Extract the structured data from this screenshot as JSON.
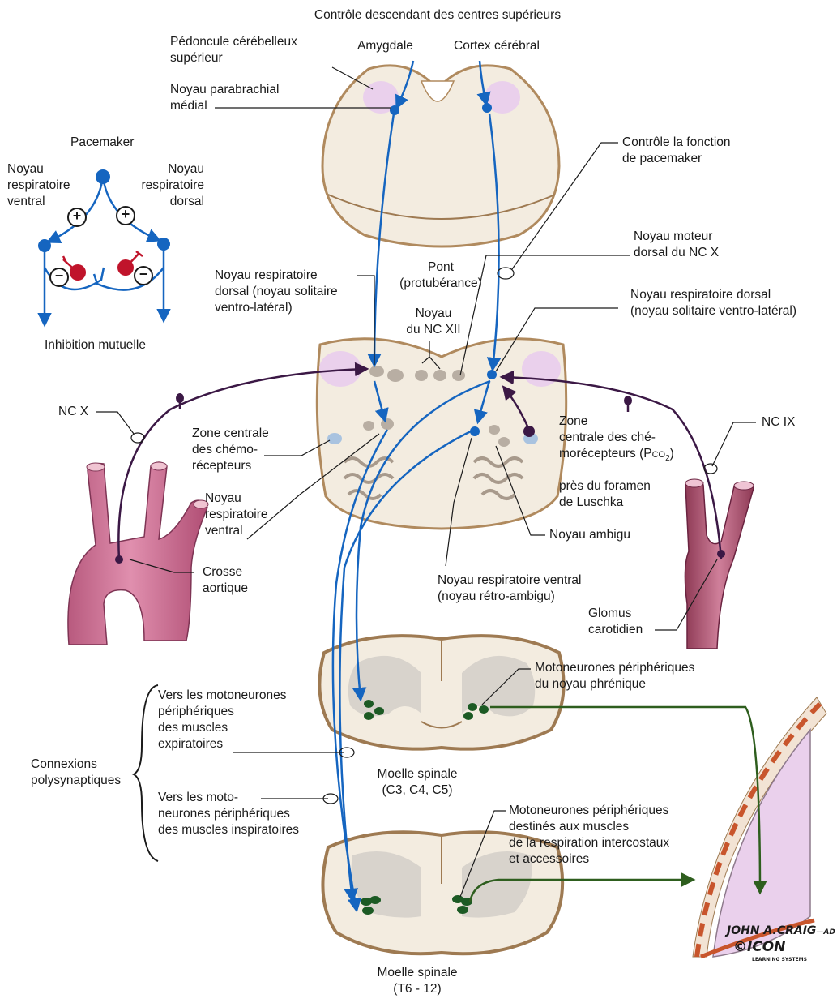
{
  "title": "Contrôle descendant des centres supérieurs",
  "labels": {
    "amygdale": "Amygdale",
    "cortex": "Cortex cérébral",
    "pedoncule": "Pédoncule cérébelleux\nsupérieur",
    "parabrachial": "Noyau parabrachial\nmédial",
    "pacemaker": "Pacemaker",
    "noyau_resp_ventral_left": "Noyau\nrespiratoire\nventral",
    "noyau_resp_dorsal_left": "Noyau\nrespiratoire\ndorsal",
    "inhibition": "Inhibition mutuelle",
    "plus": "+",
    "minus": "−",
    "controle_pacemaker": "Contrôle la fonction\nde pacemaker",
    "moteur_dorsal": "Noyau moteur\ndorsal du NC X",
    "pont": "Pont\n(protubérance)",
    "nrd_mid": "Noyau respiratoire\ndorsal (noyau solitaire\nventro-latéral)",
    "nc_xii": "Noyau\ndu NC XII",
    "nrd_right": "Noyau respiratoire dorsal\n(noyau solitaire ventro-latéral)",
    "nc_x": "NC X",
    "zone_centrale_left": "Zone centrale\ndes chémo-\nrécepteurs",
    "noyau_resp_ventral_mid": "Noyau\nrespiratoire\nventral",
    "zone_centrale_right_a": "Zone\ncentrale des ché-\nmorécepteurs (P",
    "zone_centrale_right_sub": "CO",
    "zone_centrale_right_2": "2",
    "zone_centrale_right_close": ")",
    "zone_centrale_right_b": "près du foramen\nde Luschka",
    "nc_ix": "NC IX",
    "noyau_ambigu": "Noyau ambigu",
    "crosse": "Crosse\naortique",
    "nrv_retro": "Noyau respiratoire ventral\n(noyau rétro-ambigu)",
    "glomus": "Glomus\ncarotidien",
    "moto_phrenique": "Motoneurones périphériques\ndu noyau phrénique",
    "vers_expi": "Vers les motoneurones\npériphériques\ndes muscles\nexpiratoires",
    "connexions": "Connexions\npolysynaptiques",
    "vers_inspi": "Vers les moto-\nneurones périphériques\ndes muscles inspiratoires",
    "moelle_cervicale": "Moelle spinale\n(C3, C4, C5)",
    "moto_intercostaux": "Motoneurones périphériques\ndestinés aux muscles\nde la respiration intercostaux\net accessoires",
    "moelle_thoracique": "Moelle spinale\n(T6 - 12)"
  },
  "colors": {
    "blue_pathway": "#1565c0",
    "purple_afferent": "#3b1845",
    "green_motor": "#2e5e1e",
    "red_inhibitory": "#c0142b",
    "artery_pink": "#d9779a",
    "lung_pink": "#ead0ec"
  },
  "credit": {
    "artist": "JOHN A.CRAIG",
    "artist_suffix": "—AD",
    "logo": "©ICON",
    "logo_sub": "LEARNING SYSTEMS"
  }
}
